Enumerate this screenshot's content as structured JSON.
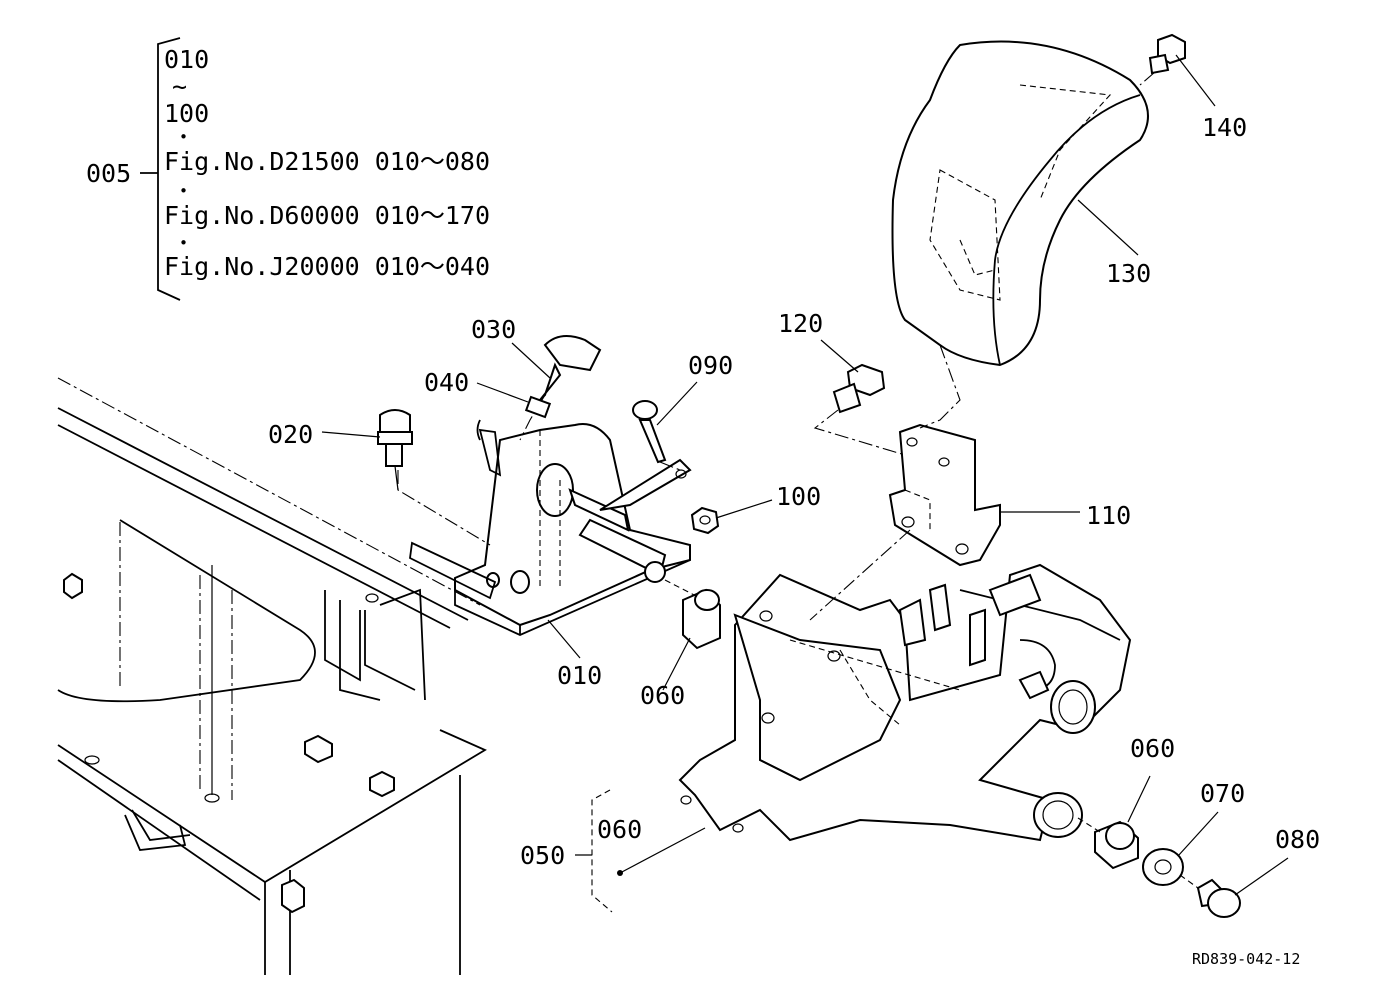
{
  "reference": {
    "group_label": "005",
    "range_start": "010",
    "tilde": "~",
    "range_end": "100",
    "bullet": "•",
    "fig_refs": [
      "Fig.No.D21500  010～080",
      "Fig.No.D60000  010～170",
      "Fig.No.J20000  010～040"
    ]
  },
  "callouts": {
    "p010": "010",
    "p020": "020",
    "p030": "030",
    "p040": "040",
    "p050": "050",
    "p060_a": "060",
    "p060_b": "060",
    "p060_c": "060",
    "p070": "070",
    "p080": "080",
    "p090": "090",
    "p100": "100",
    "p110": "110",
    "p120": "120",
    "p130": "130",
    "p140": "140"
  },
  "drawing_code": "RD839-042-12"
}
